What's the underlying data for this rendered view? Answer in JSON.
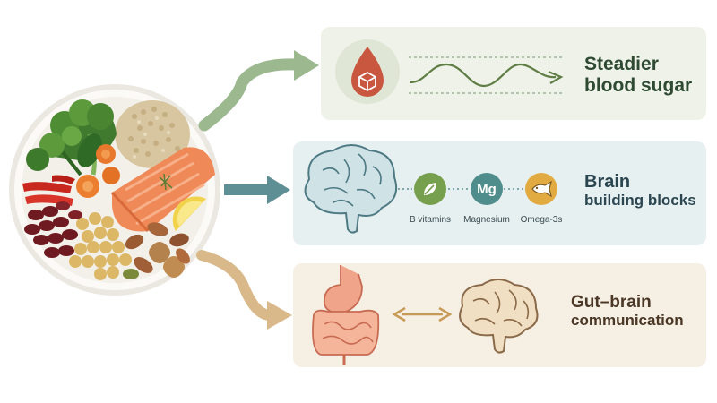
{
  "outcomes": [
    {
      "line1": "Steadier",
      "line2": "blood sugar"
    },
    {
      "line1": "Brain",
      "line2": "building blocks"
    },
    {
      "line1": "Gut–brain",
      "line2": "communication"
    }
  ],
  "nutrients": [
    {
      "symbol": "leaf-icon",
      "caption": "B vitamins"
    },
    {
      "symbol": "Mg",
      "caption": "Magnesium"
    },
    {
      "symbol": "fish-icon",
      "caption": "Omega-3s"
    }
  ],
  "colors": {
    "card_green": "#eef2e8",
    "card_blue": "#e7f0f1",
    "card_tan": "#f6efe4",
    "arrow_green": "#9bb88f",
    "arrow_blue": "#5e8f94",
    "arrow_tan": "#d9b98a",
    "blood_drop": "#c9573f",
    "vitamin_green": "#76a04e",
    "magnesium_teal": "#4f8d8c",
    "omega_gold": "#e2ab42"
  }
}
